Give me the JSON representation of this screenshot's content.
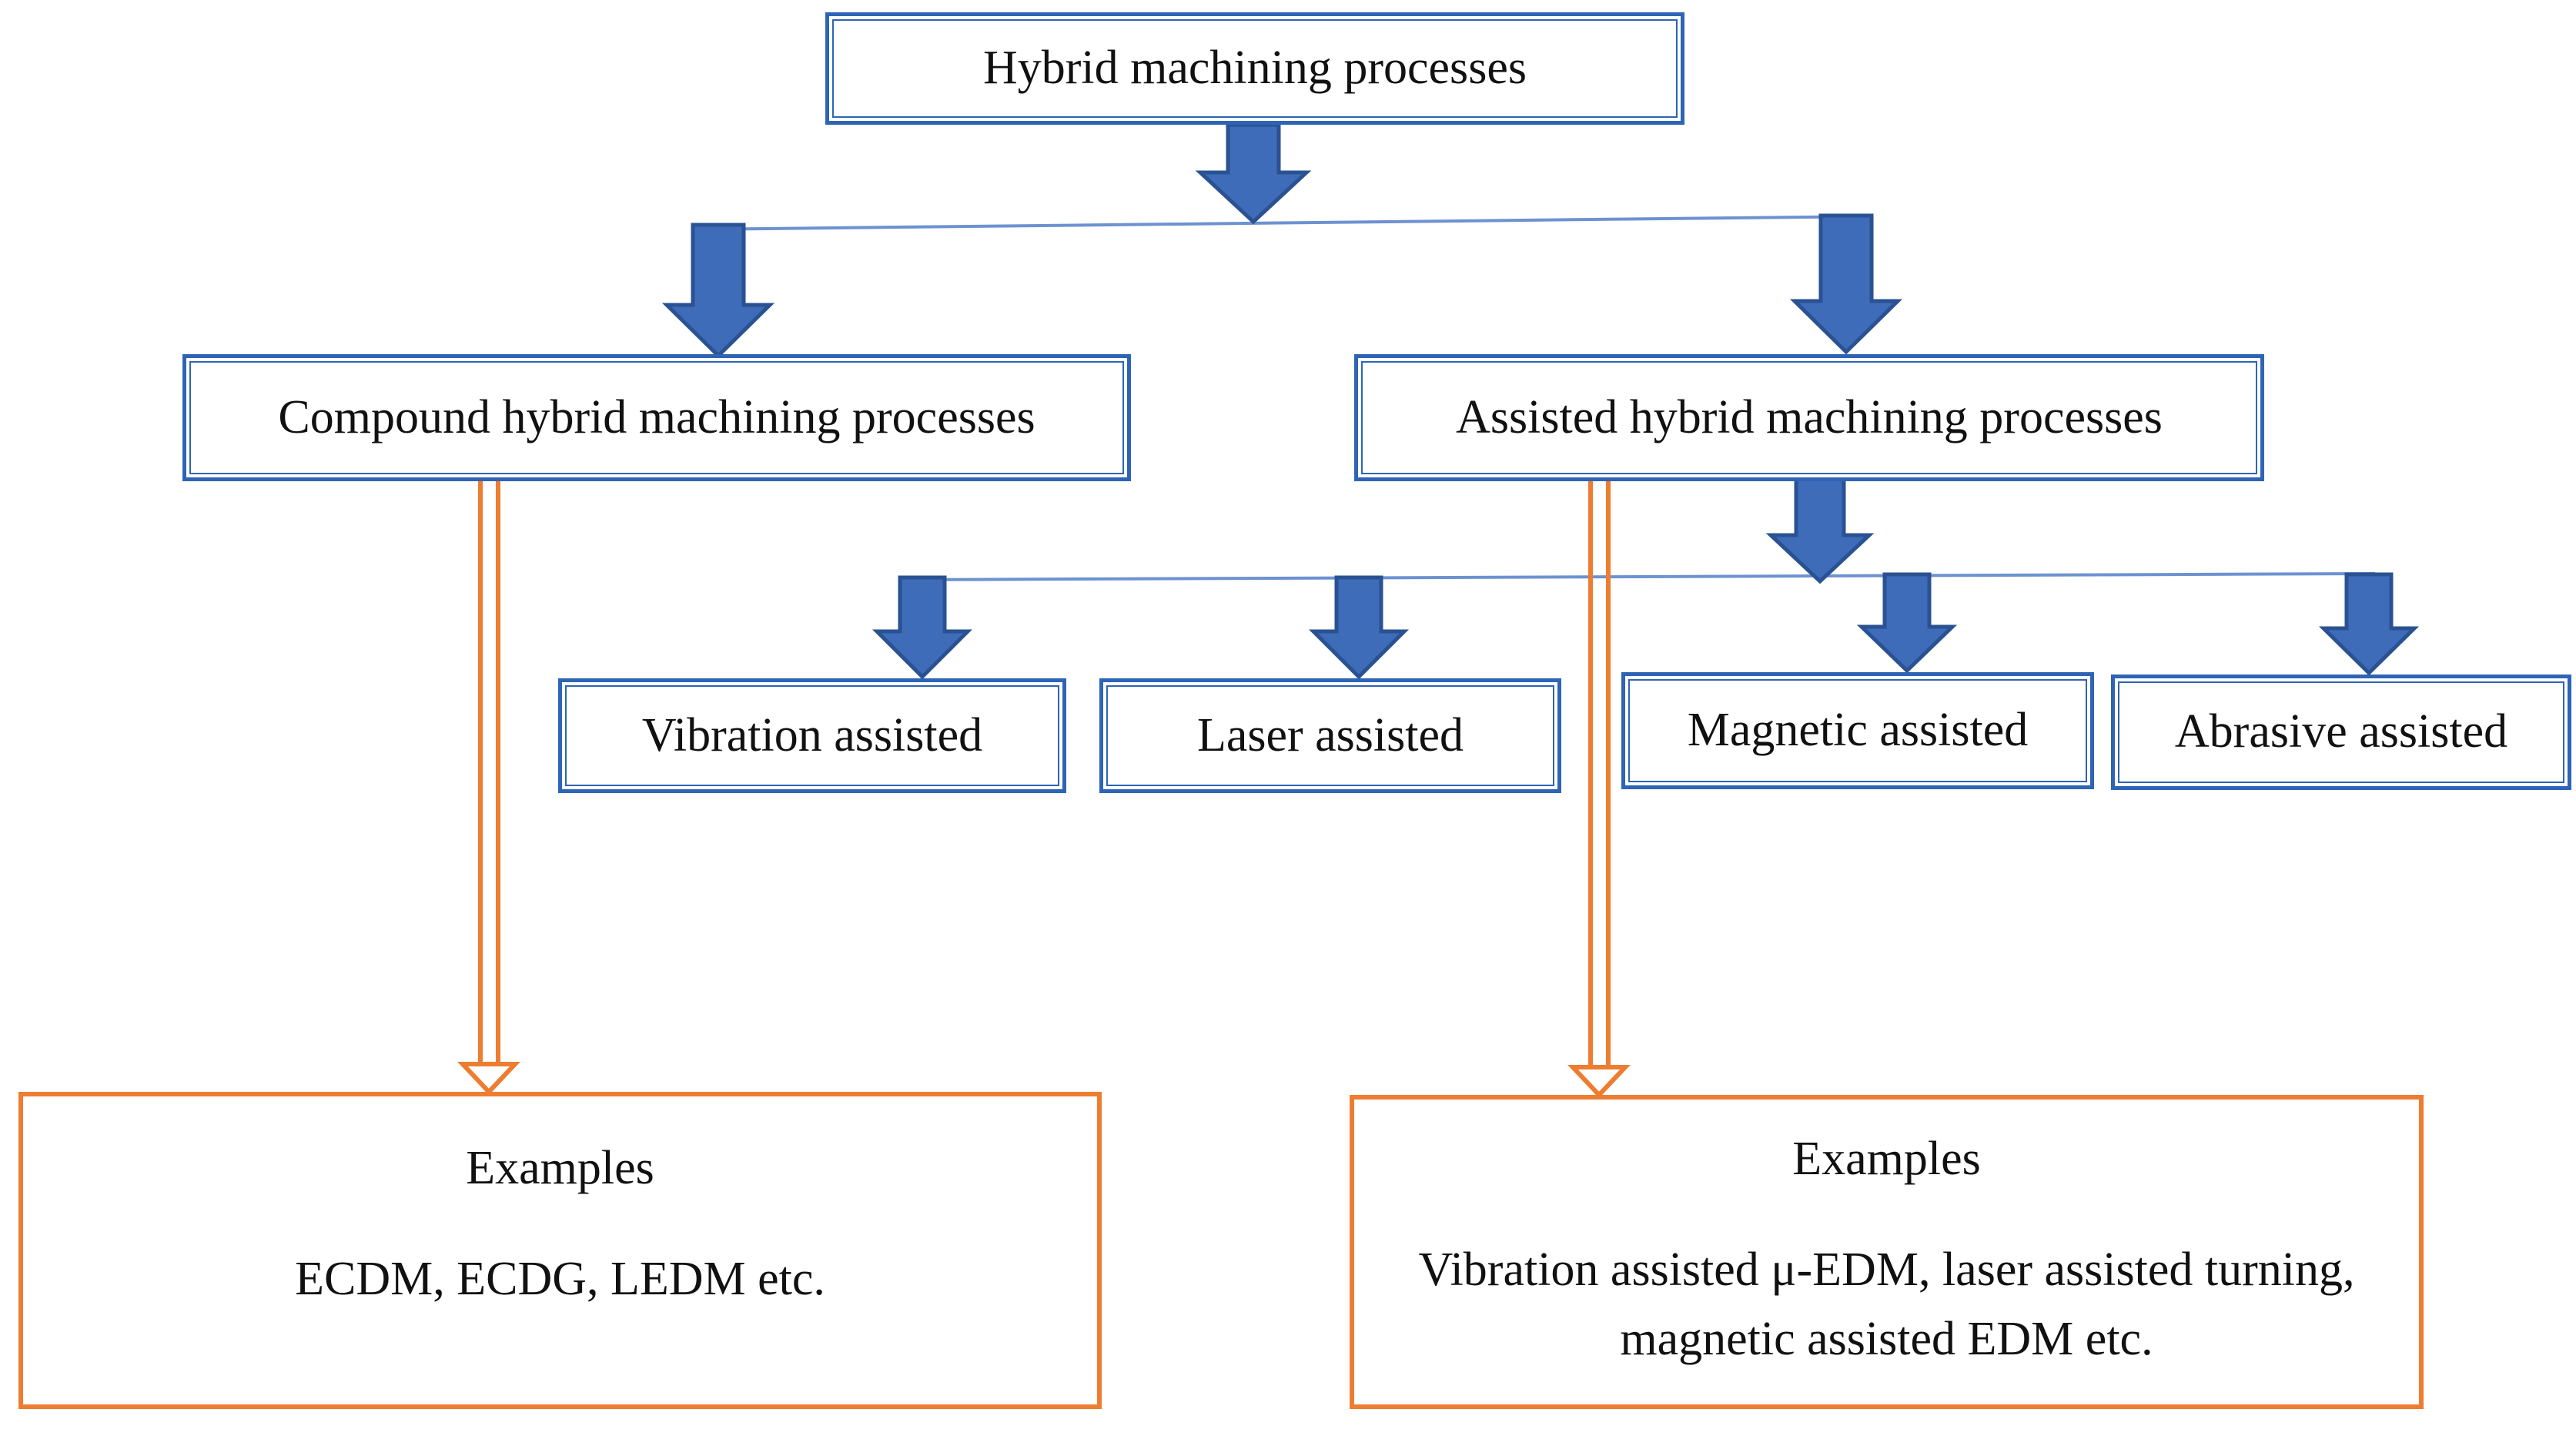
{
  "root": {
    "label": "Hybrid machining processes"
  },
  "branches": [
    {
      "label": "Compound hybrid machining processes"
    },
    {
      "label": "Assisted hybrid machining processes"
    }
  ],
  "assist_types": [
    {
      "label": "Vibration assisted"
    },
    {
      "label": "Laser assisted"
    },
    {
      "label": "Magnetic assisted"
    },
    {
      "label": "Abrasive assisted"
    }
  ],
  "examples": [
    {
      "title": "Examples",
      "body": "ECDM, ECDG, LEDM etc."
    },
    {
      "title": "Examples",
      "body": "Vibration assisted μ-EDM, laser assisted turning, magnetic assisted EDM etc."
    }
  ],
  "colors": {
    "blue_border": "#2E64B5",
    "arrow_fill": "#3E6CB9",
    "arrow_stroke": "#2A5292",
    "connector_blue": "#6C92D0",
    "orange": "#ED7D31",
    "text": "#111111"
  }
}
